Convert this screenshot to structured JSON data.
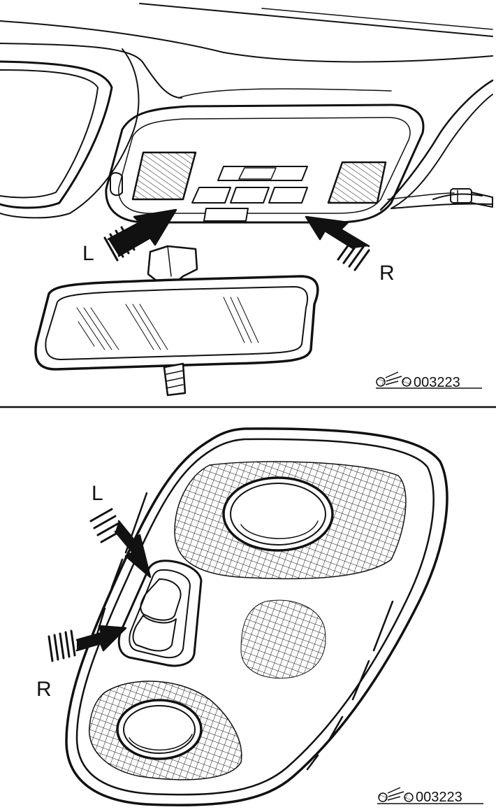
{
  "panels": [
    {
      "id": "top",
      "labels": {
        "left": "L",
        "right": "R"
      },
      "reference": "003223"
    },
    {
      "id": "bottom",
      "labels": {
        "left": "L",
        "right": "R"
      },
      "reference": "003223"
    }
  ],
  "colors": {
    "line": "#111111",
    "background": "#ffffff"
  },
  "icons": {
    "reference": "vehicle-reference-icon"
  }
}
